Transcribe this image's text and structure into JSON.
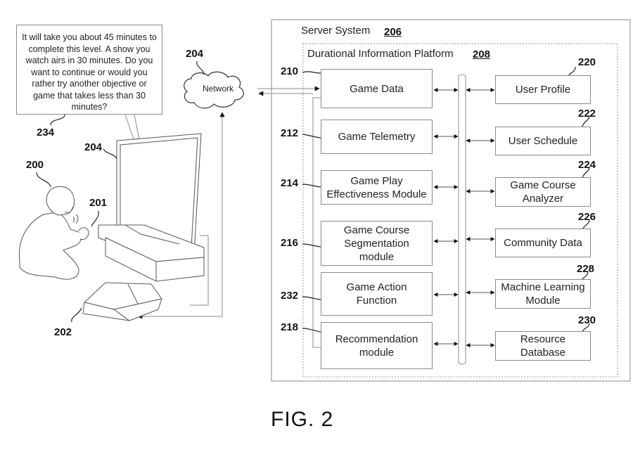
{
  "speech_bubble": {
    "text": "It will take you about 45 minutes to complete this level.  A show you watch airs in 30 minutes.  Do you want to continue or would you rather try another objective or game that takes less than 30 minutes?",
    "ref": "234"
  },
  "network": {
    "label": "Network",
    "ref": "204"
  },
  "user": {
    "ref": "200"
  },
  "controller": {
    "ref": "201"
  },
  "display": {
    "ref": "204"
  },
  "console": {
    "ref": "202"
  },
  "server_system": {
    "title": "Server System",
    "ref": "206"
  },
  "platform": {
    "title": "Durational Information Platform",
    "ref": "208"
  },
  "left_modules": [
    {
      "label": "Game Data",
      "ref": "210"
    },
    {
      "label": "Game Telemetry",
      "ref": "212"
    },
    {
      "label": "Game Play Effectiveness Module",
      "ref": "214"
    },
    {
      "label": "Game Course Segmentation module",
      "ref": "216"
    },
    {
      "label": "Game Action Function",
      "ref": "232"
    },
    {
      "label": "Recommendation module",
      "ref": "218"
    }
  ],
  "right_modules": [
    {
      "label": "User Profile",
      "ref": "220"
    },
    {
      "label": "User Schedule",
      "ref": "222"
    },
    {
      "label": "Game Course Analyzer",
      "ref": "224"
    },
    {
      "label": "Community Data",
      "ref": "226"
    },
    {
      "label": "Machine Learning Module",
      "ref": "228"
    },
    {
      "label": "Resource Database",
      "ref": "230"
    }
  ],
  "figure_label": "FIG. 2",
  "colors": {
    "line": "#8a8a8a",
    "text": "#222222",
    "arrow": "#111111"
  }
}
